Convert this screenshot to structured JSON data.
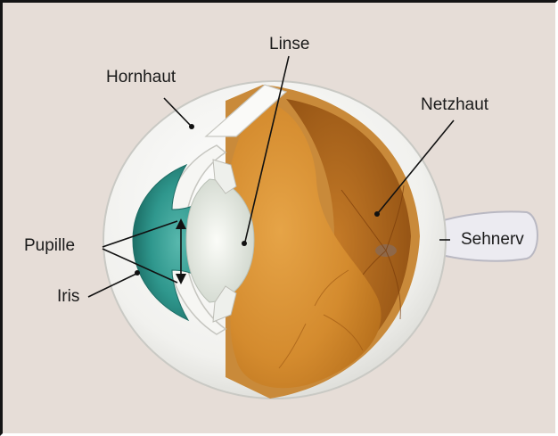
{
  "labels": {
    "hornhaut": "Hornhaut",
    "linse": "Linse",
    "netzhaut": "Netzhaut",
    "sehnerv": "Sehnerv",
    "pupille": "Pupille",
    "iris": "Iris"
  },
  "colors": {
    "background": "#e6ddd7",
    "sclera": "#f4f4f2",
    "iris": "#2e8f86",
    "lens": "#e4e8e2",
    "vitreous": "#d28a2c",
    "retina": "#b86a1c",
    "leader_line": "#111111"
  }
}
